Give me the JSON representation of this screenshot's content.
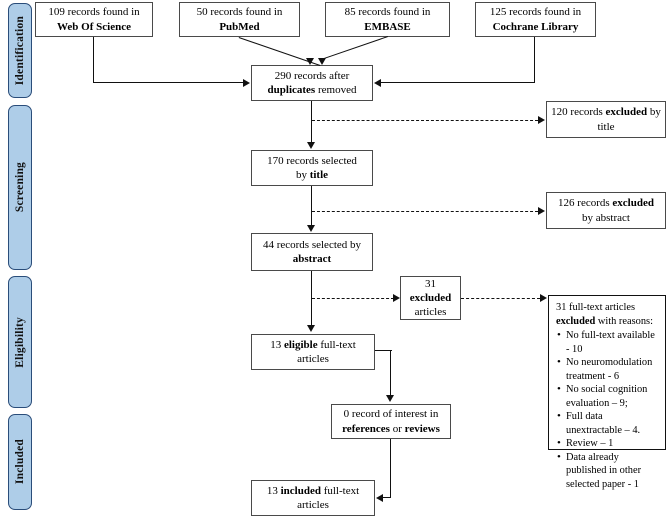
{
  "diagram": {
    "title": "PRISMA flow diagram",
    "accent_color": "#aecde8",
    "accent_border": "#2a4d7a"
  },
  "phases": [
    {
      "label": "Identification"
    },
    {
      "label": "Screening"
    },
    {
      "label": "Eligibility"
    },
    {
      "label": "Included"
    }
  ],
  "sources": [
    {
      "count": "109 records found in",
      "name": "Web Of Science"
    },
    {
      "count": "50 records found in",
      "name": "PubMed"
    },
    {
      "count": "85 records found in",
      "name": "EMBASE"
    },
    {
      "count": "125 records found in",
      "name": "Cochrane Library"
    }
  ],
  "nodes": {
    "duplicates": {
      "pre": "290 records after ",
      "strong": "duplicates",
      "post": " removed"
    },
    "selected_title": {
      "pre": "170 records selected",
      "line2_pre": "by ",
      "line2_strong": "title"
    },
    "excluded_title": {
      "pre": "120 records ",
      "strong": "excluded",
      "post": " by",
      "line2": "title"
    },
    "selected_abstract": {
      "pre": "44 records selected by",
      "line2_strong": "abstract"
    },
    "excluded_abstract": {
      "pre": "126 records ",
      "strong": "excluded",
      "line2": "by abstract"
    },
    "excluded_articles": {
      "line1": "31",
      "strong": "excluded",
      "line3": "articles"
    },
    "eligible": {
      "pre": "13 ",
      "strong": "eligible",
      "post": " full-text",
      "line2": "articles"
    },
    "references": {
      "pre": "0 record of interest in",
      "l2a": "references",
      "l2b": " or ",
      "l2c": "reviews"
    },
    "included": {
      "pre": "13 ",
      "strong": "included",
      "post": " full-text",
      "line2": "articles"
    }
  },
  "reasons_box": {
    "header_line1": "31 full-text articles",
    "header_strong": "excluded",
    "header_rest": " with reasons:",
    "items": [
      "No full-text available - 10",
      "No neuromodulation treatment - 6",
      "No social cognition evaluation  – 9;",
      "Full data unextractable – 4.",
      "Review – 1",
      "Data already published in other selected paper - 1"
    ]
  }
}
